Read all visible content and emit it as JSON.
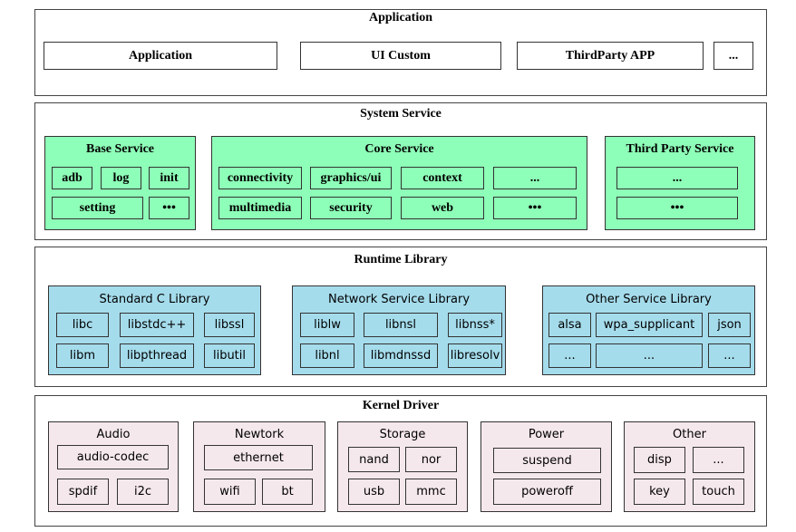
{
  "application": {
    "title": "Application",
    "items": [
      "Application",
      "UI Custom",
      "ThirdParty APP",
      "..."
    ]
  },
  "system_service": {
    "title": "System Service",
    "base": {
      "title": "Base Service",
      "items": [
        "adb",
        "log",
        "init",
        "setting",
        "•••"
      ]
    },
    "core": {
      "title": "Core Service",
      "items": [
        "connectivity",
        "graphics/ui",
        "context",
        "...",
        "multimedia",
        "security",
        "web",
        "•••"
      ]
    },
    "third": {
      "title": "Third Party Service",
      "items": [
        "...",
        "•••"
      ]
    }
  },
  "runtime": {
    "title": "Runtime Library",
    "stdc": {
      "title": "Standard C Library",
      "items": [
        "libc",
        "libstdc++",
        "libssl",
        "libm",
        "libpthread",
        "libutil"
      ]
    },
    "network": {
      "title": "Network Service Library",
      "items": [
        "liblw",
        "libnsl",
        "libnss*",
        "libnl",
        "libmdnssd",
        "libresolv"
      ]
    },
    "other": {
      "title": "Other Service Library",
      "items": [
        "alsa",
        "wpa_supplicant",
        "json",
        "...",
        "...",
        "..."
      ]
    }
  },
  "kernel": {
    "title": "Kernel Driver",
    "audio": {
      "title": "Audio",
      "items": [
        "audio-codec",
        "spdif",
        "i2c"
      ]
    },
    "network": {
      "title": "Newtork",
      "items": [
        "ethernet",
        "wifi",
        "bt"
      ]
    },
    "storage": {
      "title": "Storage",
      "items": [
        "nand",
        "nor",
        "usb",
        "mmc"
      ]
    },
    "power": {
      "title": "Power",
      "items": [
        "suspend",
        "poweroff"
      ]
    },
    "other": {
      "title": "Other",
      "items": [
        "disp",
        "...",
        "key",
        "touch"
      ]
    }
  }
}
